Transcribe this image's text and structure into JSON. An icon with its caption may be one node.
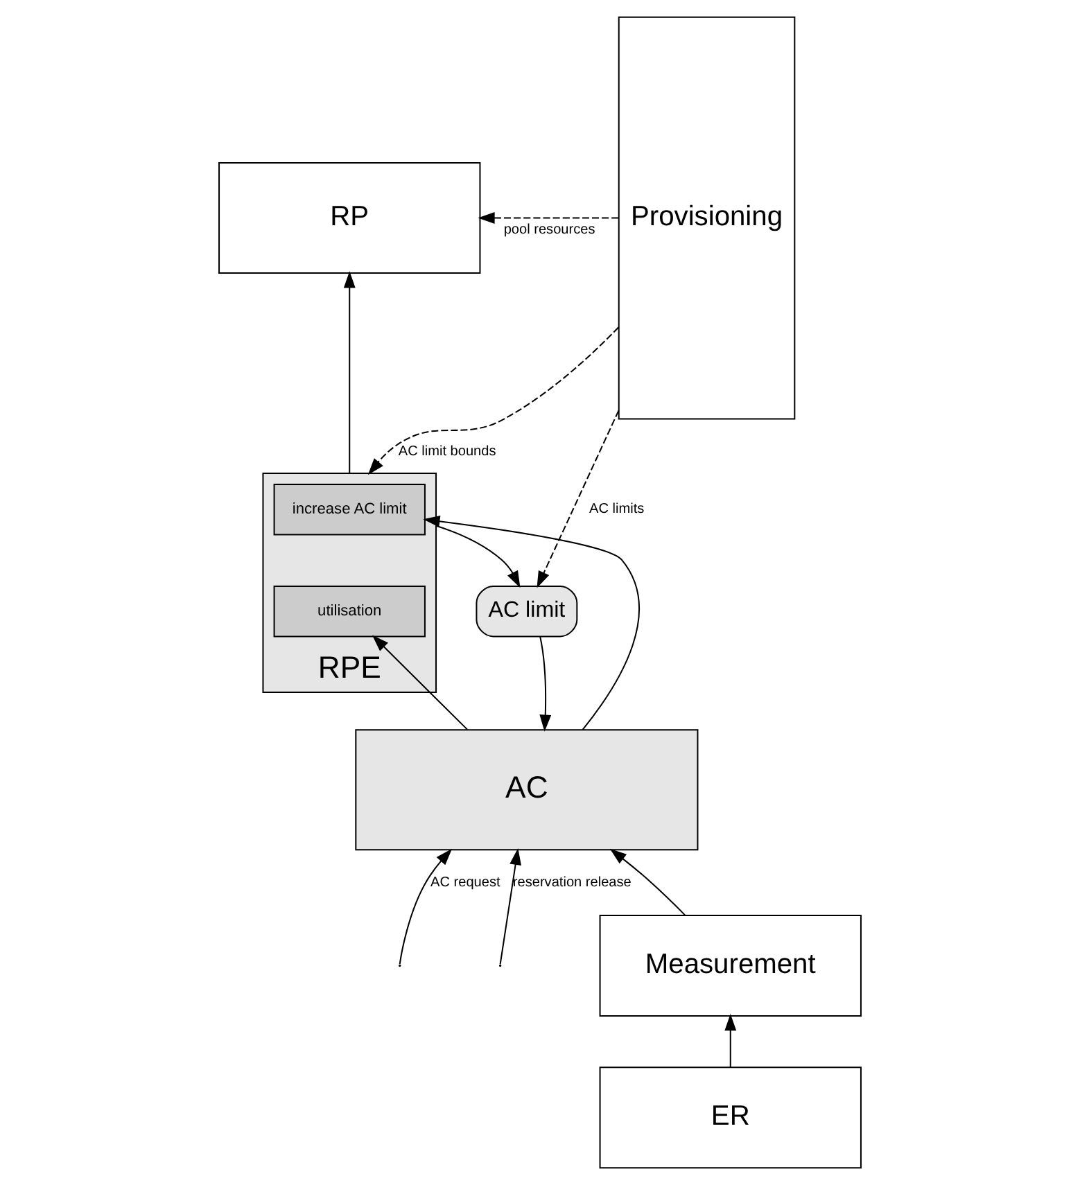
{
  "diagram": {
    "nodes": [
      {
        "text": [
          "RP"
        ]
      },
      {
        "text": [
          "Provisioning"
        ]
      },
      {
        "text": [
          "RPE"
        ]
      },
      {
        "text": [
          "increase AC limit"
        ],
        "in": 2
      },
      {
        "text": [
          "utilisation"
        ],
        "in": 2
      },
      {
        "text": [
          "AC limit"
        ]
      },
      {
        "text": [
          "AC"
        ]
      },
      {
        "text": [
          "Measurement"
        ]
      },
      {
        "text": [
          "ER"
        ]
      }
    ],
    "edges": [
      {
        "from": 2,
        "to": 0,
        "arrow": "to"
      },
      {
        "from": 1,
        "to": 0,
        "arrow": "to",
        "label": "pool resources",
        "style": "dashed"
      },
      {
        "from": 1,
        "to": 2,
        "arrow": "to",
        "label": "AC limit bounds",
        "style": "dashed"
      },
      {
        "from": 2,
        "to": 5,
        "arrow": "to"
      },
      {
        "from": 1,
        "to": 5,
        "arrow": "to",
        "label": "AC limits",
        "style": "dashed"
      },
      {
        "from": 5,
        "to": 6,
        "arrow": "to"
      },
      {
        "from": 6,
        "to": 3,
        "arrow": "to"
      },
      {
        "from": 6,
        "to": 4,
        "arrow": "to"
      },
      {
        "from": null,
        "to": 6,
        "arrow": "to",
        "label": "AC request"
      },
      {
        "from": null,
        "to": 6,
        "arrow": "to",
        "label": "reservation release"
      },
      {
        "from": 7,
        "to": 6,
        "arrow": "to"
      },
      {
        "from": 8,
        "to": 7,
        "arrow": "to"
      }
    ]
  }
}
